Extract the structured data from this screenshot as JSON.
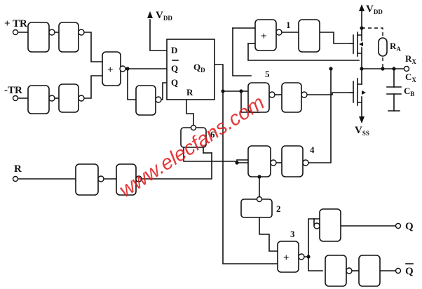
{
  "labels": {
    "tr_plus": "+ TR",
    "tr_minus": "-TR",
    "r_in": "R",
    "vdd_left_main": "V",
    "vdd_left_sub": "DD",
    "vdd_right_main": "V",
    "vdd_right_sub": "DD",
    "vss_main": "V",
    "vss_sub": "SS",
    "ff_d": "D",
    "ff_qbar": "Q",
    "ff_q": "Q",
    "ff_qd_main": "Q",
    "ff_qd_sub": "D",
    "ff_r": "R",
    "plus_gate": "+",
    "plus_gate_1": "+",
    "plus_gate_3": "+",
    "num_1": "1",
    "num_2": "2",
    "num_3": "3",
    "num_4": "4",
    "num_5": "5",
    "num_6": "6",
    "ra_main": "R",
    "ra_sub": "A",
    "rx_main": "R",
    "rx_sub": "X",
    "cx_main": "C",
    "cx_sub": "X",
    "cb_main": "C",
    "cb_sub": "B",
    "out_q": "Q",
    "out_qbar": "Q",
    "watermark": "www.elecfans.com"
  },
  "colors": {
    "ink": "#111111",
    "watermark": "#e0181b",
    "background": "#ffffff"
  }
}
